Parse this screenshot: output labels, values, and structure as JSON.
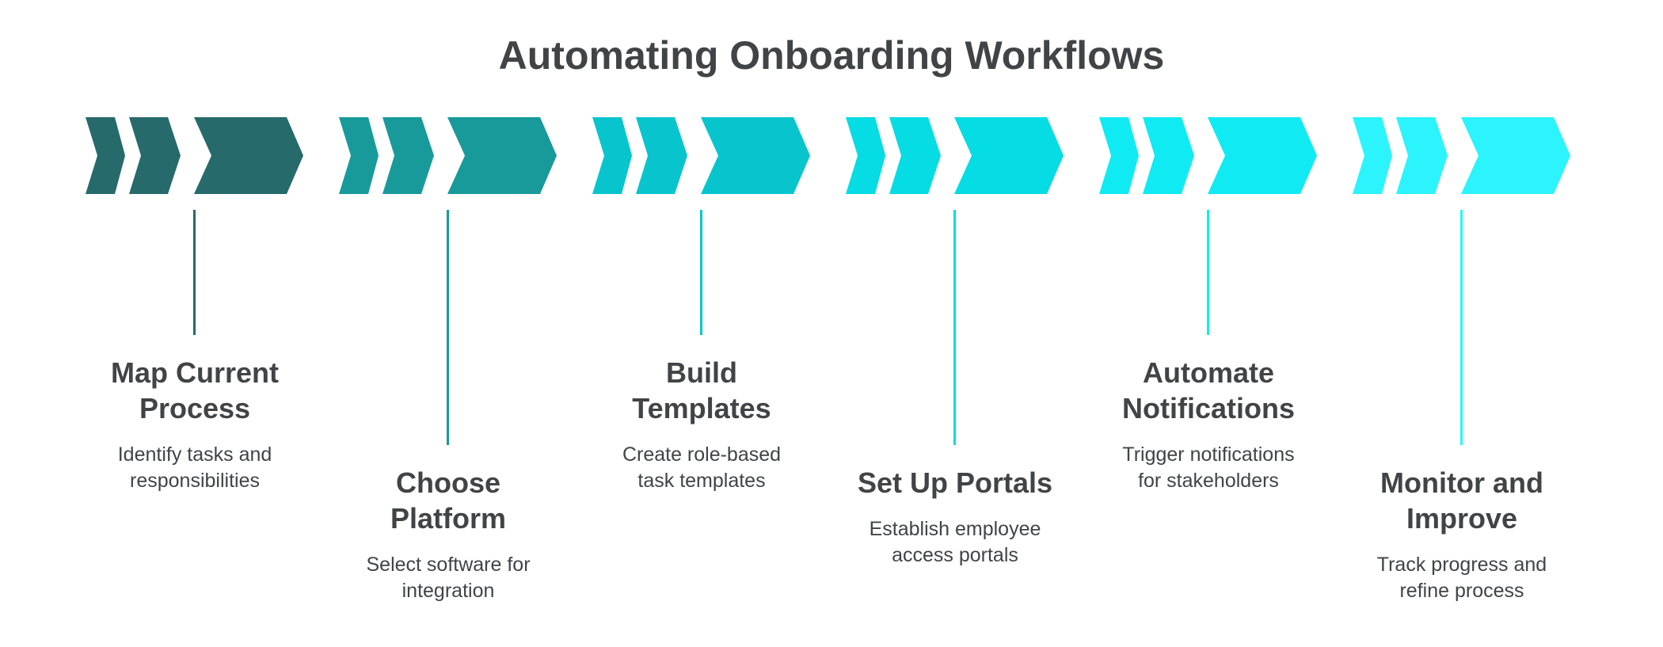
{
  "page": {
    "title": "Automating Onboarding Workflows",
    "background": "#FFFFFF",
    "text_color": "#414447"
  },
  "steps": [
    {
      "title": "Map Current\nProcess",
      "description": "Identify tasks and\nresponsibilities",
      "color": "#266A6C"
    },
    {
      "title": "Choose\nPlatform",
      "description": "Select software for\nintegration",
      "color": "#199A9A"
    },
    {
      "title": "Build\nTemplates",
      "description": "Create role-based\ntask templates",
      "color": "#08C5CD"
    },
    {
      "title": "Set Up Portals",
      "description": "Establish employee\naccess portals",
      "color": "#05DCE3"
    },
    {
      "title": "Automate\nNotifications",
      "description": "Trigger notifications\nfor stakeholders",
      "color": "#10EBF3"
    },
    {
      "title": "Monitor and\nImprove",
      "description": "Track progress and\nrefine process",
      "color": "#2BF4FD"
    }
  ]
}
